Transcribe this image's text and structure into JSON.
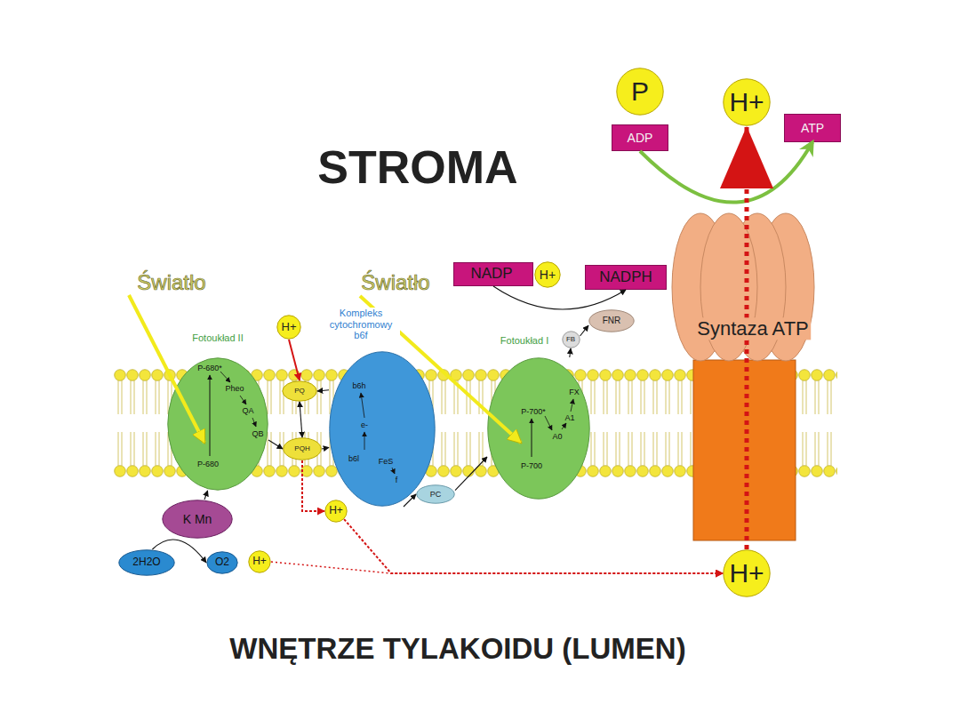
{
  "diagram": {
    "nodes": [
      {
        "text": [
          "P"
        ]
      },
      {
        "text": [
          "ADP"
        ]
      },
      {
        "text": [
          "H+"
        ]
      },
      {
        "text": [
          "ATP"
        ]
      },
      {
        "text": [
          "NADP"
        ]
      },
      {
        "text": [
          "H+"
        ]
      },
      {
        "text": [
          "NADPH"
        ]
      },
      {
        "text": [
          "Syntaza ATP"
        ]
      },
      {
        "text": [
          "H+"
        ]
      },
      {
        "text": [
          "Fotoukład II",
          "P-680*",
          "Pheo",
          "QA",
          "QB",
          "P-680"
        ]
      },
      {
        "text": [
          "PQ"
        ]
      },
      {
        "text": [
          "Kompleks cytochromowy b6f",
          "b6h",
          "e-",
          "b6l",
          "FeS",
          "f"
        ]
      },
      {
        "text": [
          "Fotoukład I",
          "P-700*",
          "A1",
          "A0",
          "FX",
          "P-700"
        ]
      },
      {
        "text": [
          "FB"
        ]
      },
      {
        "text": [
          "FNR"
        ]
      },
      {
        "text": [
          "PQH"
        ]
      },
      {
        "text": [
          "PC"
        ]
      },
      {
        "text": [
          "K Mn"
        ]
      },
      {
        "text": [
          "H+"
        ]
      },
      {
        "text": [
          "2H2O"
        ]
      },
      {
        "text": [
          "O2"
        ]
      },
      {
        "text": [
          "H+"
        ]
      },
      {
        "text": [
          "H+"
        ]
      }
    ],
    "edges": [
      {
        "from": 1,
        "to": 3,
        "arrow": "to"
      },
      {
        "from": 4,
        "to": 6,
        "arrow": "to"
      },
      {
        "from": 22,
        "to": 2,
        "arrow": "to"
      },
      {
        "from": 8,
        "to": 10,
        "arrow": "to"
      },
      {
        "from": 9,
        "to": 15,
        "arrow": "to"
      },
      {
        "from": 10,
        "to": 15,
        "arrow": "both"
      },
      {
        "from": 15,
        "to": 11,
        "arrow": "to"
      },
      {
        "from": 11,
        "to": 10,
        "arrow": "to"
      },
      {
        "from": 15,
        "to": 18,
        "arrow": "to"
      },
      {
        "from": 18,
        "to": 22,
        "arrow": "to"
      },
      {
        "from": 21,
        "to": 22,
        "arrow": "to"
      },
      {
        "from": 11,
        "to": 16,
        "arrow": "to"
      },
      {
        "from": 16,
        "to": 12,
        "arrow": "to"
      },
      {
        "from": 12,
        "to": 13,
        "arrow": "to"
      },
      {
        "from": 13,
        "to": 14,
        "arrow": "to"
      },
      {
        "from": 17,
        "to": 9,
        "arrow": "to"
      },
      {
        "from": 19,
        "to": 20,
        "arrow": "to"
      }
    ],
    "labels": [
      "STROMA",
      "WNĘTRZE TYLAKOIDU (LUMEN)",
      "Światło",
      "Światło"
    ]
  }
}
